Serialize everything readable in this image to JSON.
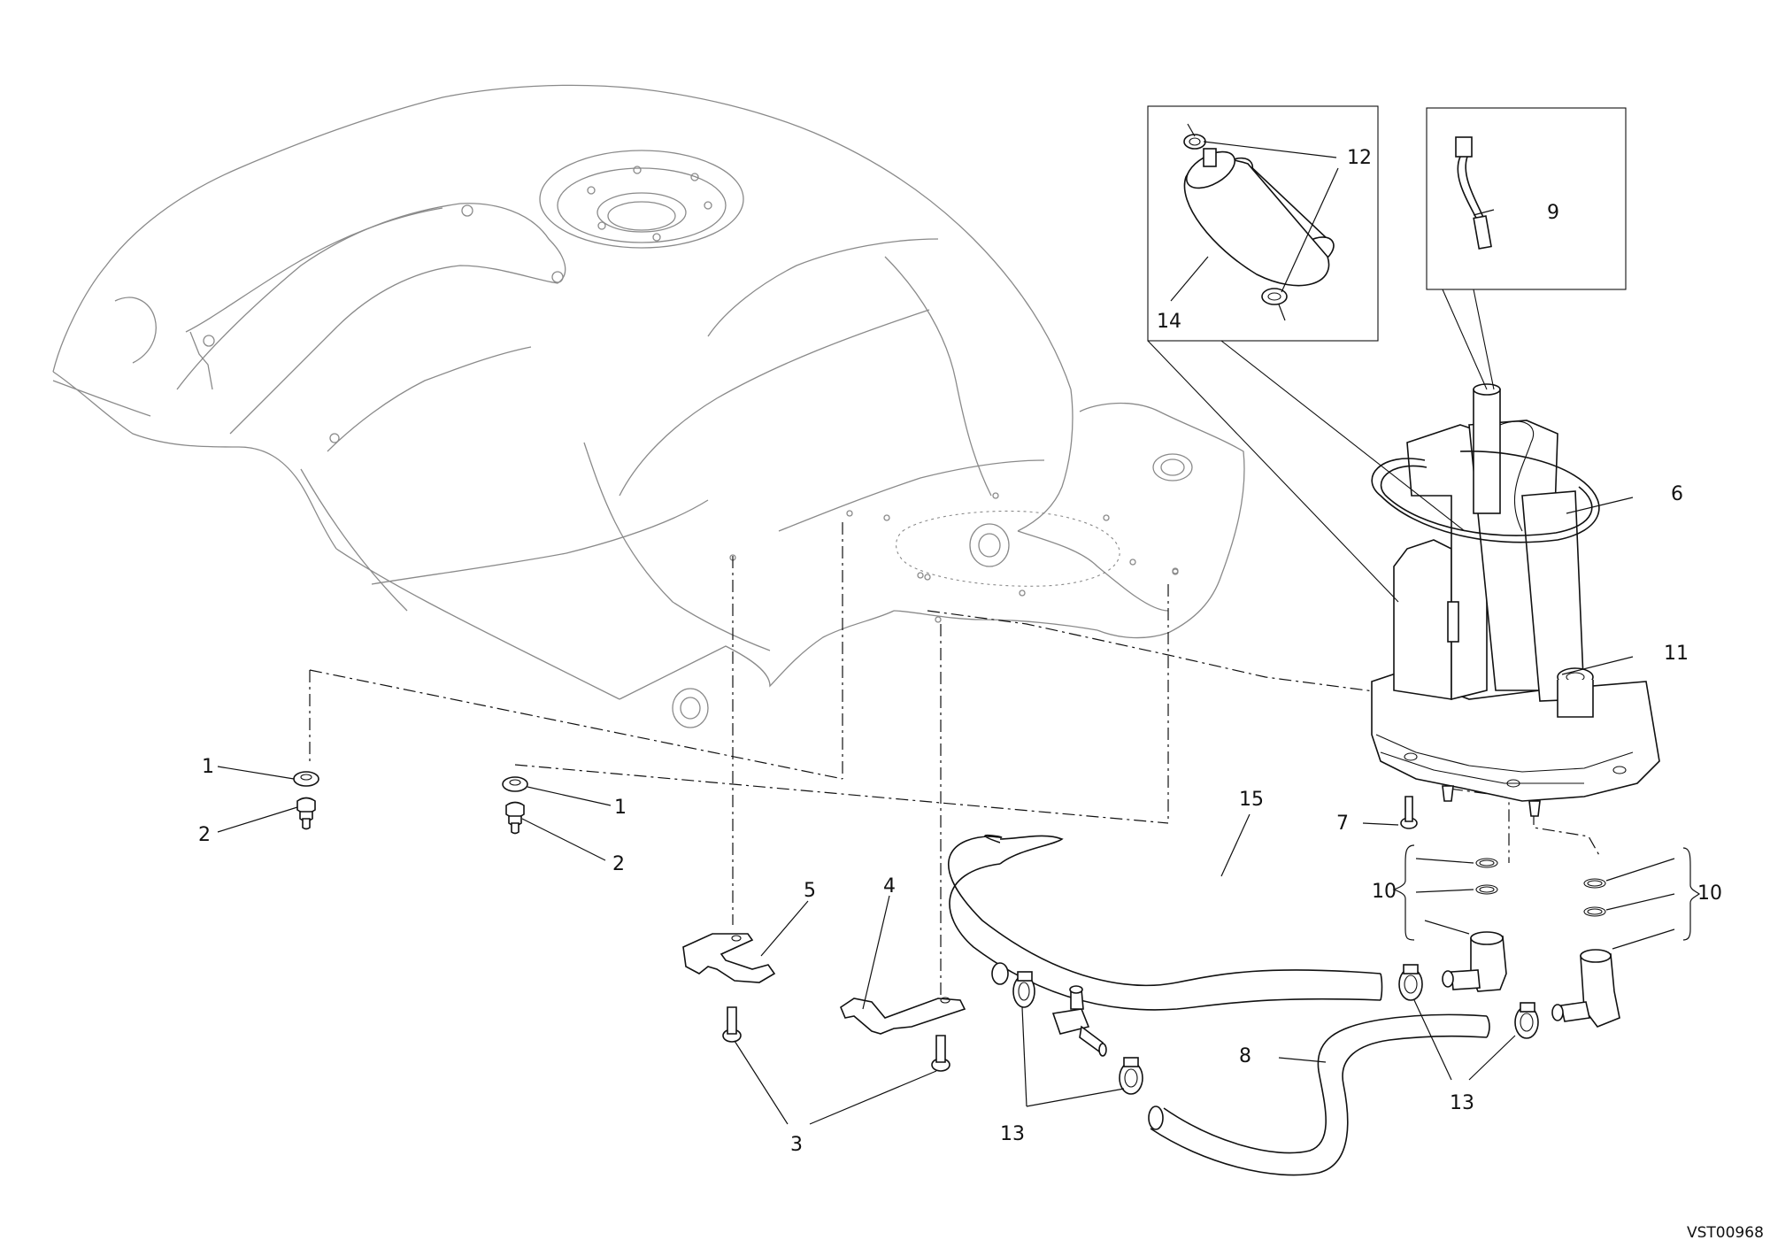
{
  "drawing_code": "VST00968",
  "colors": {
    "line": "#111111",
    "tank_outline": "#8a8a8a",
    "background": "#ffffff"
  },
  "callouts": [
    {
      "id": "c1a",
      "text": "1"
    },
    {
      "id": "c1b",
      "text": "1"
    },
    {
      "id": "c2a",
      "text": "2"
    },
    {
      "id": "c2b",
      "text": "2"
    },
    {
      "id": "c3",
      "text": "3"
    },
    {
      "id": "c4",
      "text": "4"
    },
    {
      "id": "c5",
      "text": "5"
    },
    {
      "id": "c6",
      "text": "6"
    },
    {
      "id": "c7",
      "text": "7"
    },
    {
      "id": "c8",
      "text": "8"
    },
    {
      "id": "c9",
      "text": "9"
    },
    {
      "id": "c10a",
      "text": "10"
    },
    {
      "id": "c10b",
      "text": "10"
    },
    {
      "id": "c11",
      "text": "11"
    },
    {
      "id": "c12",
      "text": "12"
    },
    {
      "id": "c13a",
      "text": "13"
    },
    {
      "id": "c13b",
      "text": "13"
    },
    {
      "id": "c14",
      "text": "14"
    },
    {
      "id": "c15",
      "text": "15"
    }
  ]
}
